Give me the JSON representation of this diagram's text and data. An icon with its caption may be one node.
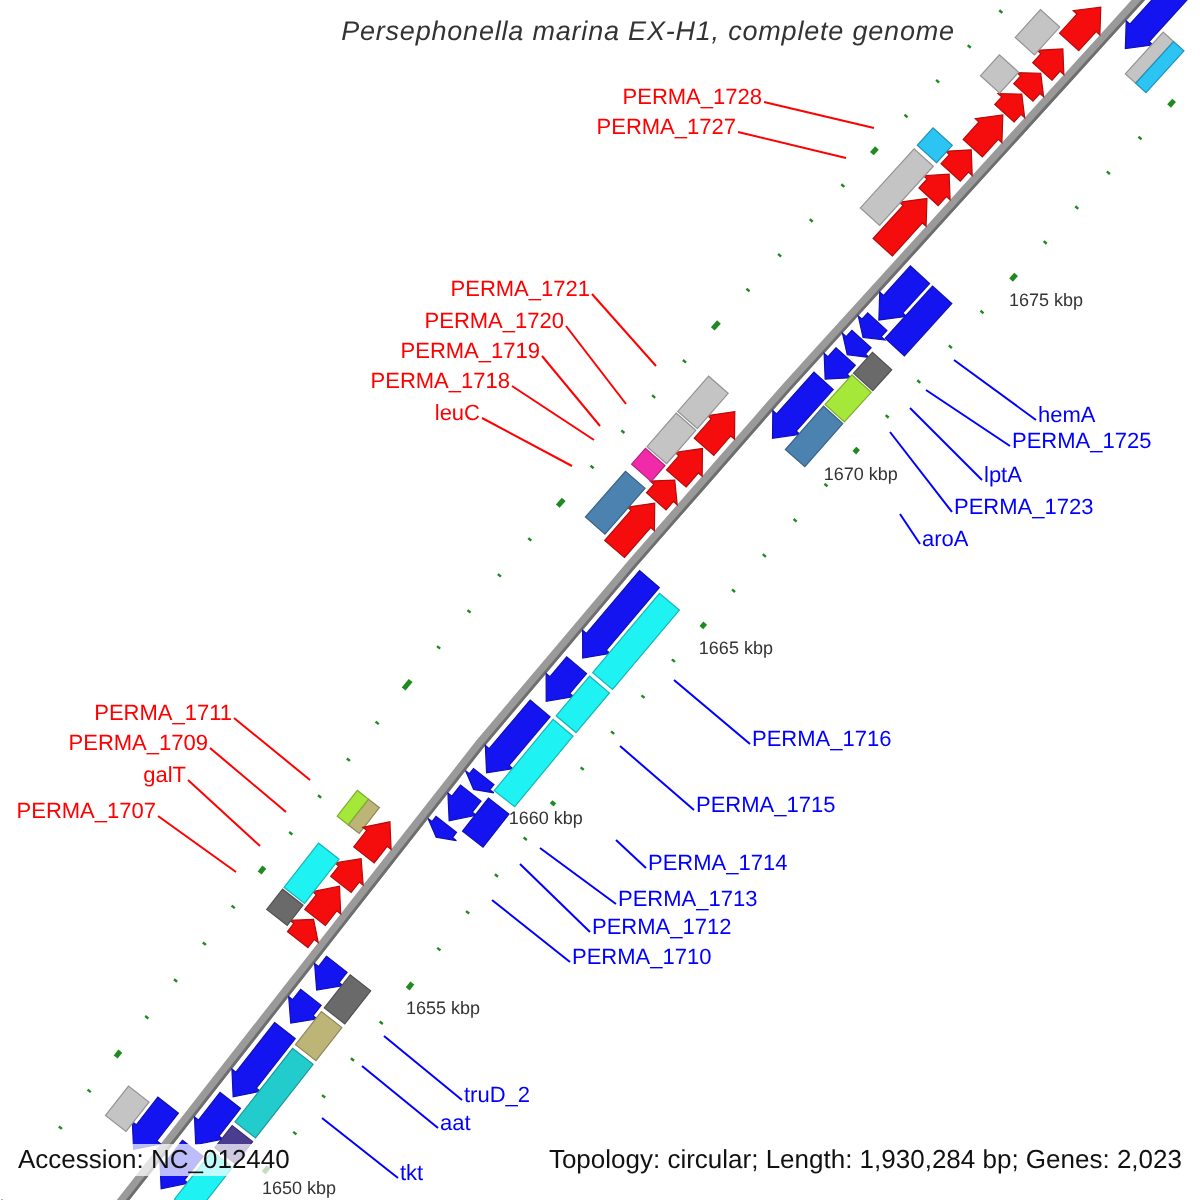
{
  "diagram": {
    "title": "Persephonella marina EX-H1, complete genome",
    "nodes": [
      {
        "text": [
          "PERMA_1728"
        ]
      },
      {
        "text": [
          "PERMA_1727"
        ]
      },
      {
        "text": [
          "PERMA_1721"
        ]
      },
      {
        "text": [
          "PERMA_1720"
        ]
      },
      {
        "text": [
          "PERMA_1719"
        ]
      },
      {
        "text": [
          "PERMA_1718"
        ]
      },
      {
        "text": [
          "leuC"
        ]
      },
      {
        "text": [
          "hemA"
        ]
      },
      {
        "text": [
          "PERMA_1725"
        ]
      },
      {
        "text": [
          "lptA"
        ]
      },
      {
        "text": [
          "PERMA_1723"
        ]
      },
      {
        "text": [
          "aroA"
        ]
      },
      {
        "text": [
          "PERMA_1711"
        ]
      },
      {
        "text": [
          "PERMA_1709"
        ]
      },
      {
        "text": [
          "galT"
        ]
      },
      {
        "text": [
          "PERMA_1707"
        ]
      },
      {
        "text": [
          "PERMA_1716"
        ]
      },
      {
        "text": [
          "PERMA_1715"
        ]
      },
      {
        "text": [
          "PERMA_1714"
        ]
      },
      {
        "text": [
          "PERMA_1713"
        ]
      },
      {
        "text": [
          "PERMA_1712"
        ]
      },
      {
        "text": [
          "PERMA_1710"
        ]
      },
      {
        "text": [
          "truD_2"
        ]
      },
      {
        "text": [
          "aat"
        ]
      },
      {
        "text": [
          "tkt"
        ]
      }
    ],
    "edges": [
      {
        "from": 0,
        "to": null,
        "arrow": "none",
        "color": "#ff0000"
      },
      {
        "from": 1,
        "to": null,
        "arrow": "none",
        "color": "#ff0000"
      },
      {
        "from": 2,
        "to": null,
        "arrow": "none",
        "color": "#ff0000"
      },
      {
        "from": 3,
        "to": null,
        "arrow": "none",
        "color": "#ff0000"
      },
      {
        "from": 4,
        "to": null,
        "arrow": "none",
        "color": "#ff0000"
      },
      {
        "from": 5,
        "to": null,
        "arrow": "none",
        "color": "#ff0000"
      },
      {
        "from": 6,
        "to": null,
        "arrow": "none",
        "color": "#ff0000"
      },
      {
        "from": 7,
        "to": null,
        "arrow": "none"
      },
      {
        "from": 8,
        "to": null,
        "arrow": "none"
      },
      {
        "from": 9,
        "to": null,
        "arrow": "none"
      },
      {
        "from": 10,
        "to": null,
        "arrow": "none"
      },
      {
        "from": 11,
        "to": null,
        "arrow": "none"
      },
      {
        "from": 12,
        "to": null,
        "arrow": "none",
        "color": "#ff0000"
      },
      {
        "from": 13,
        "to": null,
        "arrow": "none",
        "color": "#ff0000"
      },
      {
        "from": 14,
        "to": null,
        "arrow": "none",
        "color": "#ff0000"
      },
      {
        "from": 15,
        "to": null,
        "arrow": "none",
        "color": "#ff0000"
      },
      {
        "from": 16,
        "to": null,
        "arrow": "none"
      },
      {
        "from": 17,
        "to": null,
        "arrow": "none"
      },
      {
        "from": 18,
        "to": null,
        "arrow": "none"
      },
      {
        "from": 19,
        "to": null,
        "arrow": "none"
      },
      {
        "from": 20,
        "to": null,
        "arrow": "none"
      },
      {
        "from": 21,
        "to": null,
        "arrow": "none"
      },
      {
        "from": 22,
        "to": null,
        "arrow": "none"
      },
      {
        "from": 23,
        "to": null,
        "arrow": "none"
      },
      {
        "from": 24,
        "to": null,
        "arrow": "none"
      }
    ],
    "labels": [
      "1675 kbp",
      "1670 kbp",
      "1665 kbp",
      "1660 kbp",
      "1655 kbp",
      "1650 kbp",
      "Accession: NC_012440",
      "Topology: circular; Length: 1,930,284 bp; Genes: 2,023"
    ]
  }
}
